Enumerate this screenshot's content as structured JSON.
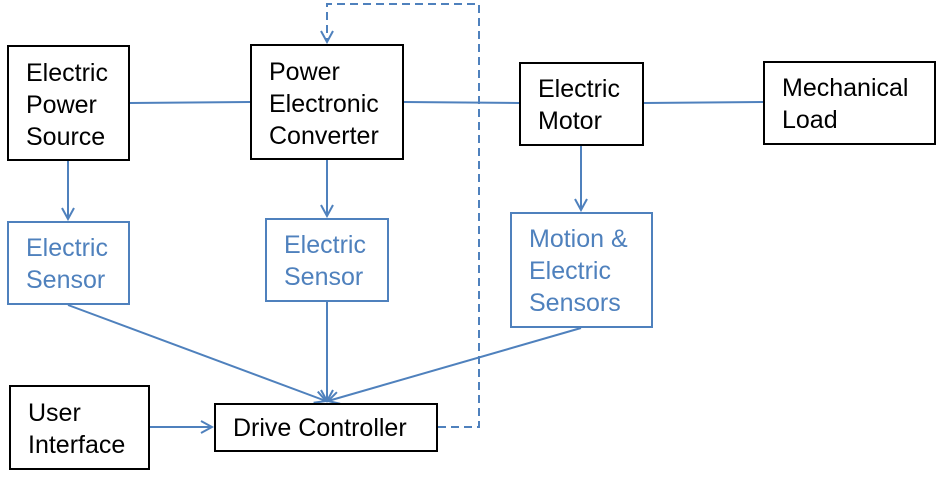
{
  "diagram": {
    "title": "Electric drive system block diagram",
    "colors": {
      "primary": "#000000",
      "sensor": "#4f81bd",
      "connector": "#4f81bd"
    },
    "nodes": {
      "power_source": {
        "label": "Electric\nPower\nSource",
        "kind": "primary"
      },
      "converter": {
        "label": "Power\nElectronic\nConverter",
        "kind": "primary"
      },
      "motor": {
        "label": "Electric\nMotor",
        "kind": "primary"
      },
      "load": {
        "label": "Mechanical\nLoad",
        "kind": "primary"
      },
      "sensor_source": {
        "label": "Electric\nSensor",
        "kind": "sensor"
      },
      "sensor_converter": {
        "label": "Electric\nSensor",
        "kind": "sensor"
      },
      "sensor_motion": {
        "label": "Motion &\nElectric\nSensors",
        "kind": "sensor"
      },
      "user_interface": {
        "label": "User\nInterface",
        "kind": "primary"
      },
      "controller": {
        "label": "Drive Controller",
        "kind": "primary"
      }
    },
    "edges": [
      {
        "from": "power_source",
        "to": "converter",
        "style": "solid",
        "arrow": false
      },
      {
        "from": "converter",
        "to": "motor",
        "style": "solid",
        "arrow": false
      },
      {
        "from": "motor",
        "to": "load",
        "style": "solid",
        "arrow": false
      },
      {
        "from": "power_source",
        "to": "sensor_source",
        "style": "solid",
        "arrow": true
      },
      {
        "from": "converter",
        "to": "sensor_converter",
        "style": "solid",
        "arrow": true
      },
      {
        "from": "motor",
        "to": "sensor_motion",
        "style": "solid",
        "arrow": true
      },
      {
        "from": "sensor_source",
        "to": "controller",
        "style": "solid",
        "arrow": true
      },
      {
        "from": "sensor_converter",
        "to": "controller",
        "style": "solid",
        "arrow": true
      },
      {
        "from": "sensor_motion",
        "to": "controller",
        "style": "solid",
        "arrow": true
      },
      {
        "from": "user_interface",
        "to": "controller",
        "style": "solid",
        "arrow": true
      },
      {
        "from": "controller",
        "to": "converter",
        "style": "dashed",
        "arrow": true
      }
    ]
  }
}
